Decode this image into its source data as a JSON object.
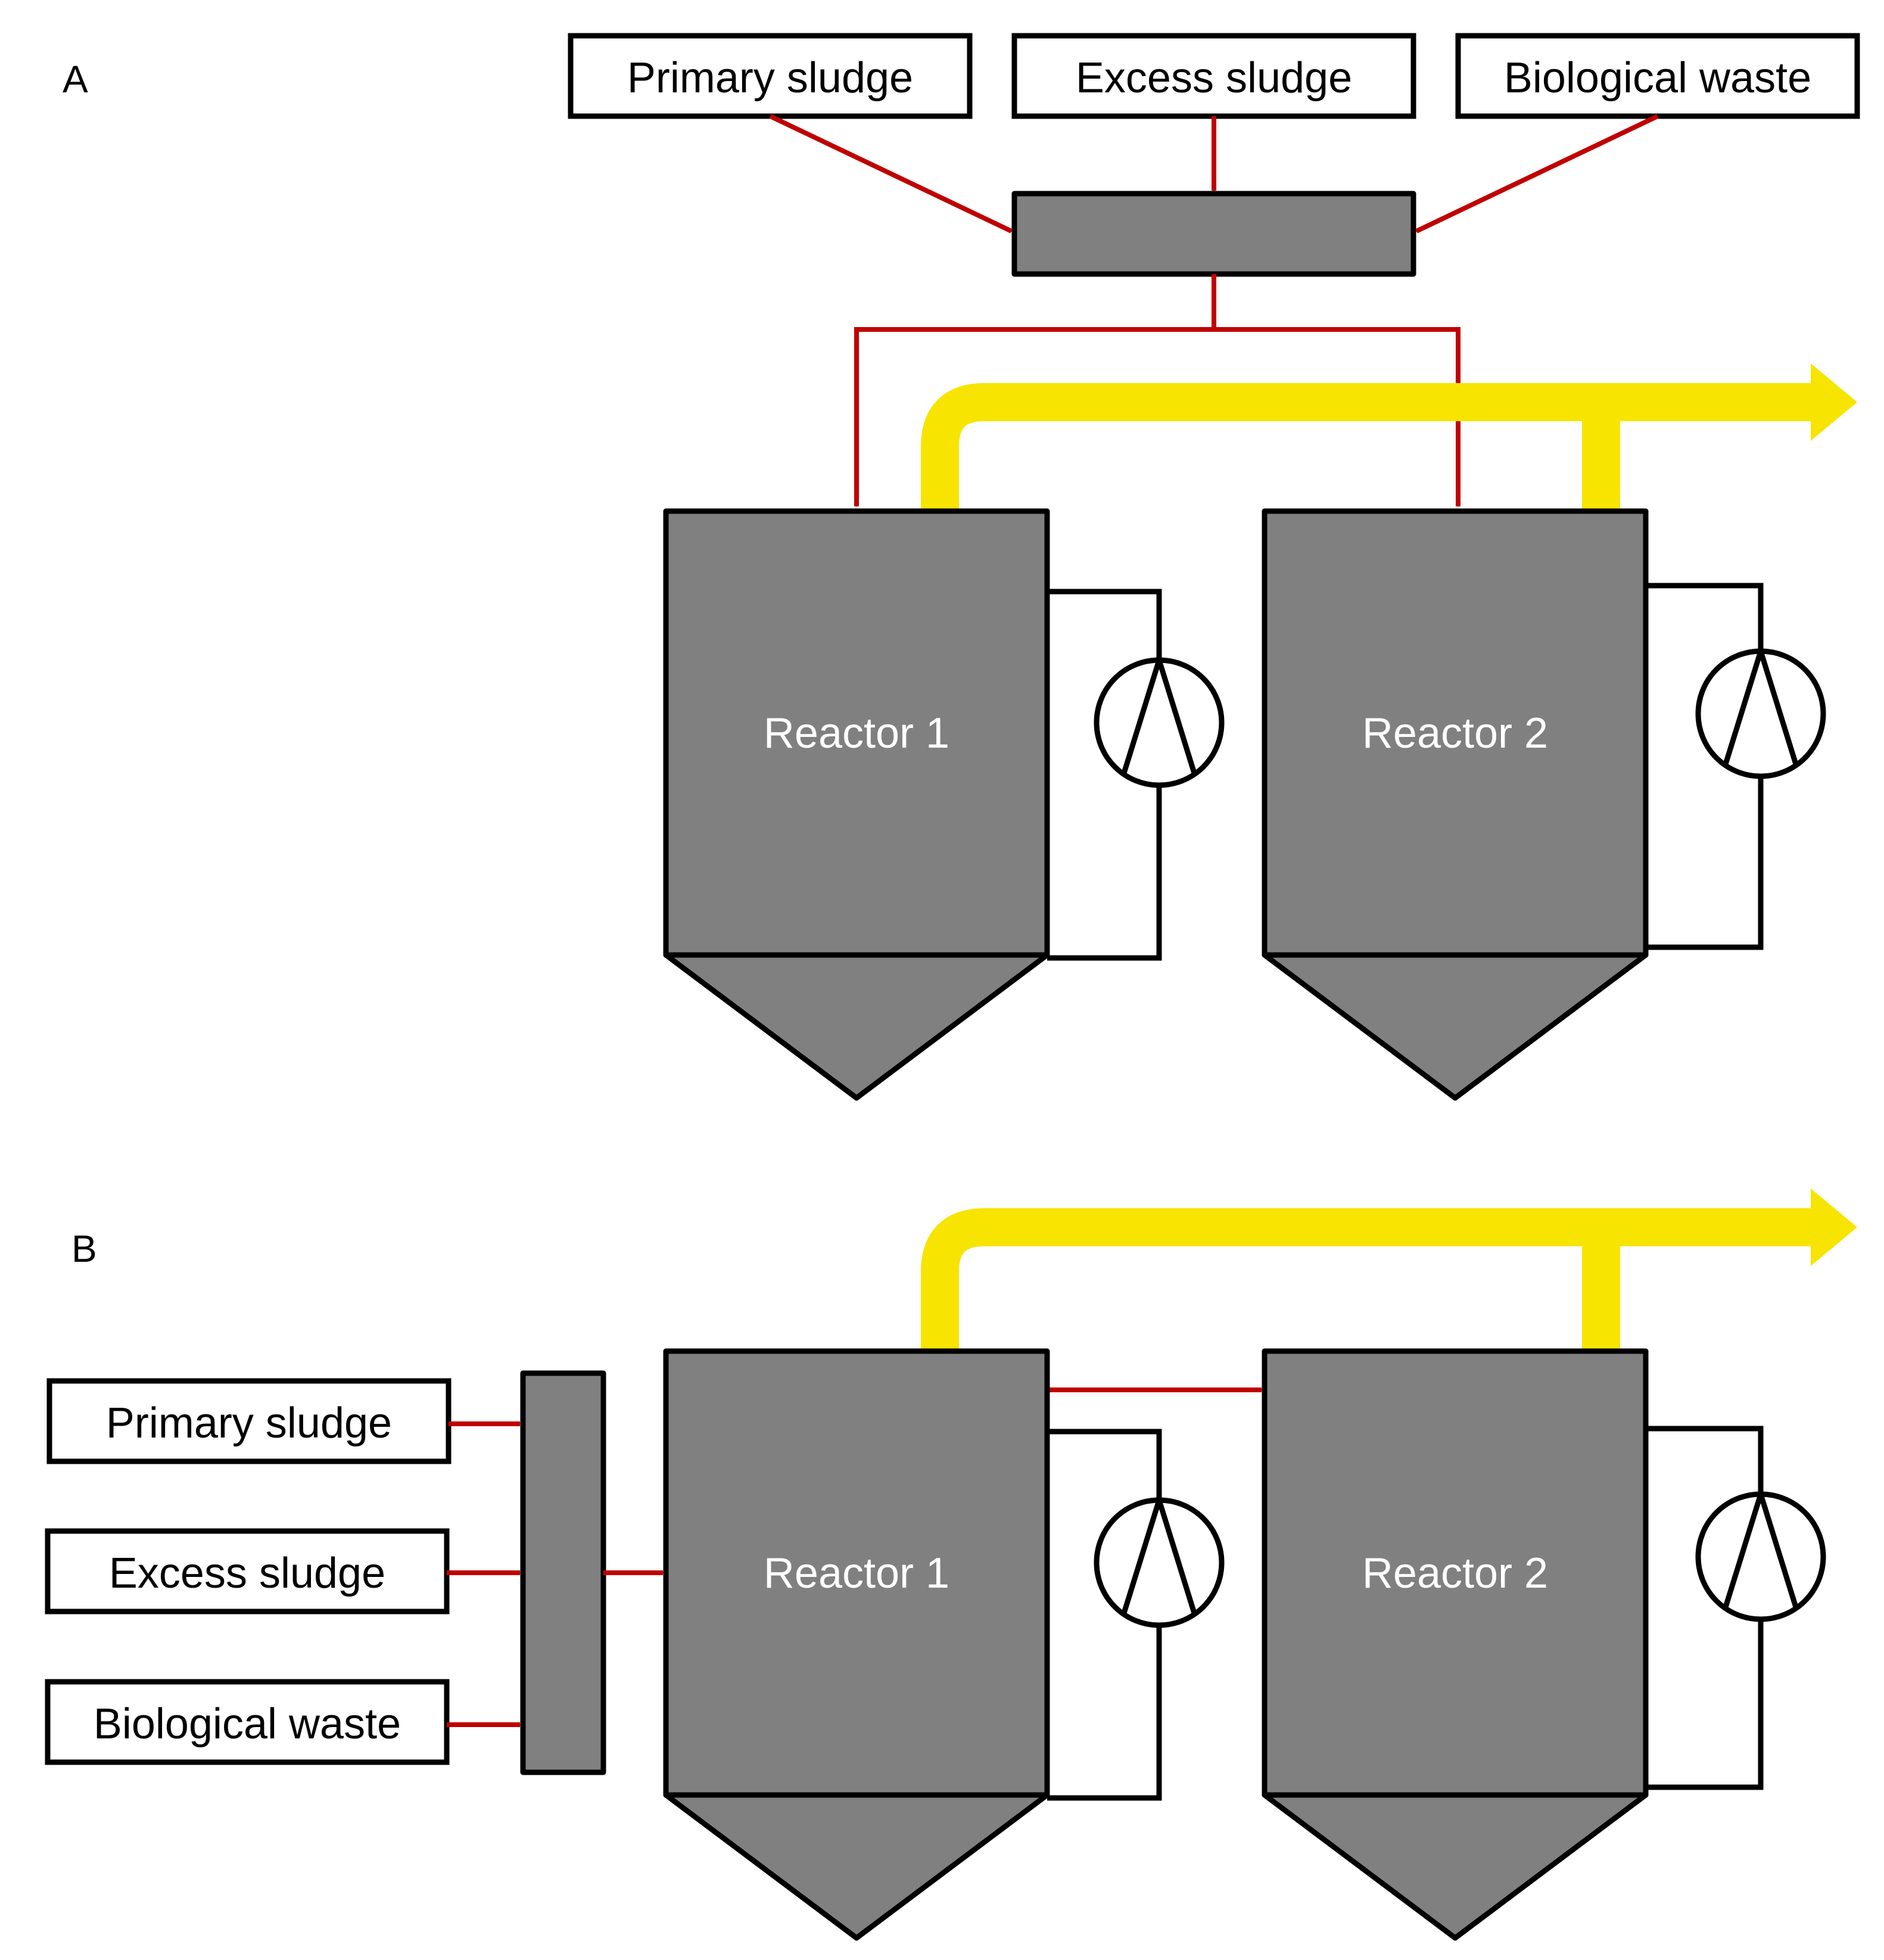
{
  "panel_a": {
    "label": "A",
    "inputs": [
      "Primary sludge",
      "Excess sludge",
      "Biological waste"
    ],
    "reactors": [
      "Reactor 1",
      "Reactor 2"
    ]
  },
  "panel_b": {
    "label": "B",
    "inputs": [
      "Primary sludge",
      "Excess sludge",
      "Biological waste"
    ],
    "reactors": [
      "Reactor 1",
      "Reactor 2"
    ]
  },
  "colors": {
    "feed_arrow": "#c00000",
    "biogas_line": "#f7e400",
    "reactor_fill": "#808080",
    "outline": "#000000"
  }
}
